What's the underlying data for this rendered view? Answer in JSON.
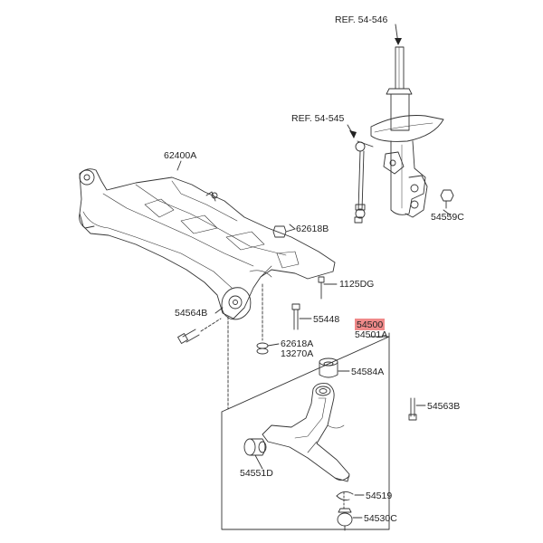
{
  "diagram": {
    "references": [
      {
        "id": "ref-54-546",
        "text": "REF. 54-546"
      },
      {
        "id": "ref-54-545",
        "text": "REF. 54-545"
      }
    ],
    "part_labels": {
      "p62400A": "62400A",
      "p62618B": "62618B",
      "p1125DG": "1125DG",
      "p54564B": "54564B",
      "p55448": "55448",
      "p62618A": "62618A",
      "p13270A": "13270A",
      "p54559C": "54559C",
      "p54500": "54500",
      "p54501A": "54501A",
      "p54584A": "54584A",
      "p54563B": "54563B",
      "p54551D": "54551D",
      "p54519": "54519",
      "p54530C": "54530C"
    },
    "highlight_color": "#f08a8a"
  }
}
